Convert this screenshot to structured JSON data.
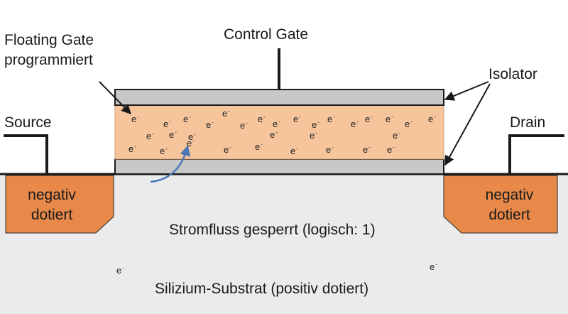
{
  "labels": {
    "floating_gate_line1": "Floating Gate",
    "floating_gate_line2": "programmiert",
    "control_gate": "Control Gate",
    "isolator": "Isolator",
    "source": "Source",
    "drain": "Drain",
    "source_doping_line1": "negativ",
    "source_doping_line2": "dotiert",
    "drain_doping_line1": "negativ",
    "drain_doping_line2": "dotiert",
    "channel_state": "Stromfluss gesperrt (logisch: 1)",
    "substrate": "Silizium-Substrat (positiv dotiert)"
  },
  "electron_symbol": "e",
  "electron_charge": "-",
  "colors": {
    "substrate": "#ebebeb",
    "substrate_light": "#f2f2f2",
    "floating_gate": "#f6c59c",
    "isolator": "#c8c8c8",
    "doped_region": "#e8894a",
    "arrow_blue": "#4a78b5",
    "line": "#1a1a1a"
  }
}
